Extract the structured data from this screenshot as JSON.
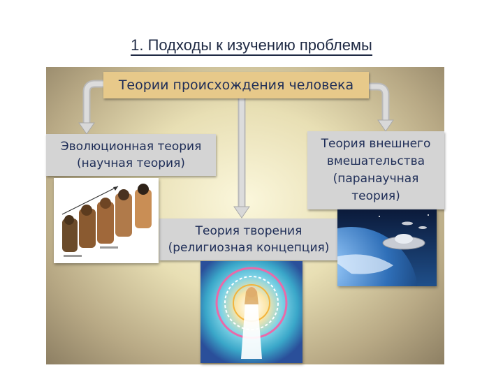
{
  "title": "1. Подходы к изучению проблемы",
  "diagram": {
    "root": "Теории происхождения человека",
    "evolution": [
      "Эволюционная теория",
      "(научная теория)"
    ],
    "external": [
      "Теория внешнего",
      "вмешательства",
      "(паранаучная",
      "теория)"
    ],
    "creation": [
      "Теория творения",
      "(религиозная концепция)"
    ]
  },
  "colors": {
    "root_box": "#e7c98a",
    "box": "#d4d4d4",
    "text": "#1e2d57",
    "arrow": "#c8c8c8"
  },
  "images": [
    "evolution-figures-image",
    "ufo-earth-image",
    "madonna-mandala-image"
  ]
}
